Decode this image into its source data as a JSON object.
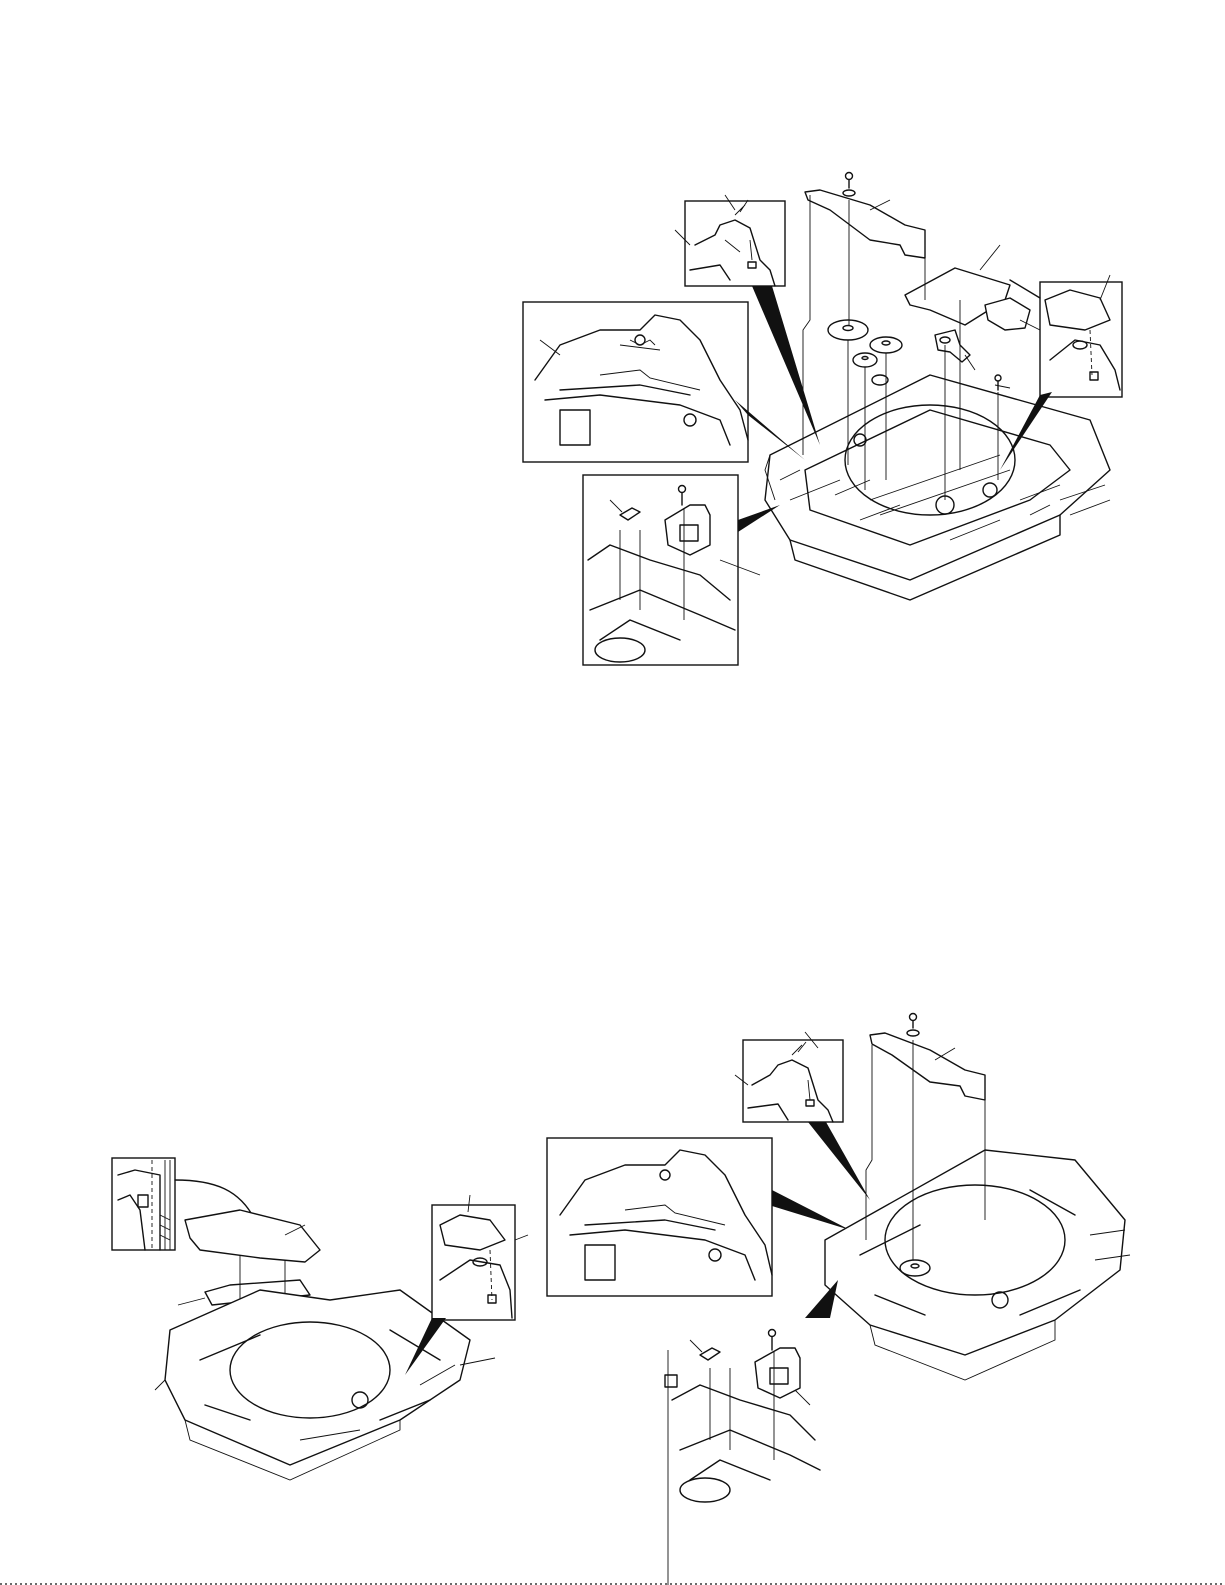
{
  "figures": [
    {
      "id": "top-assembly",
      "inset_count": 4,
      "gear_count": 4,
      "screw_count": 3
    },
    {
      "id": "bottom-left-assembly",
      "inset_count": 2,
      "screw_count": 0
    },
    {
      "id": "bottom-right-assembly",
      "inset_count": 3,
      "gear_count": 1,
      "screw_count": 2
    }
  ]
}
